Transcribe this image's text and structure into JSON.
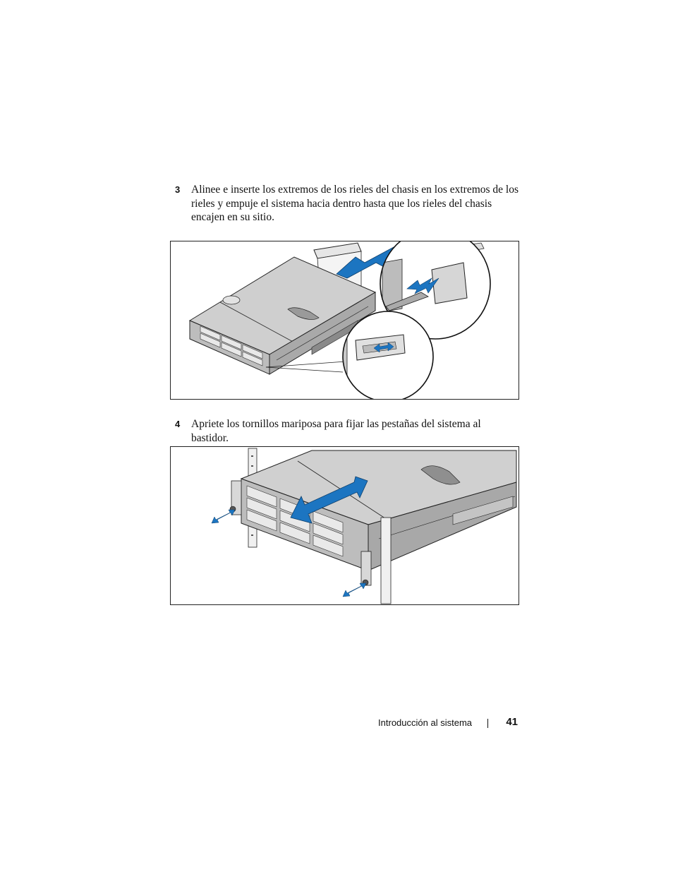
{
  "steps": [
    {
      "number": "3",
      "text": "Alinee e inserte los extremos de los rieles del chasis en los extremos de los rieles y empuje el sistema hacia dentro hasta que los rieles del chasis encajen en su sitio."
    },
    {
      "number": "4",
      "text": "Apriete los tornillos mariposa para fijar las pestañas del sistema al bastidor."
    }
  ],
  "footer": {
    "section_title": "Introducción al sistema",
    "page_number": "41"
  },
  "colors": {
    "arrow_blue": "#1c75c1",
    "chassis_gray": "#c7c7c7",
    "line_black": "#222222"
  },
  "figures": [
    {
      "icons": [
        "server-chassis",
        "double-arrow-icon",
        "rail-detail-callout"
      ]
    },
    {
      "icons": [
        "server-chassis",
        "rack-post",
        "double-arrow-icon",
        "thumbscrew"
      ]
    }
  ]
}
